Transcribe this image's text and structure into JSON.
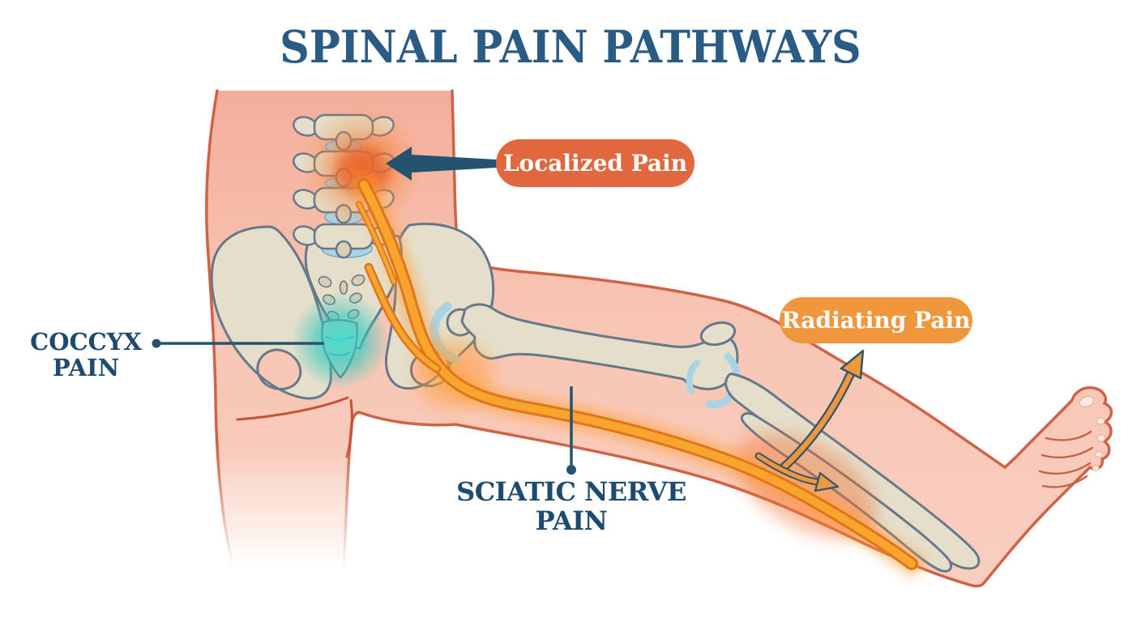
{
  "title": {
    "text": "SPINAL PAIN PATHWAYS"
  },
  "callouts": {
    "localized_pain": {
      "label": "Localized Pain"
    },
    "radiating_pain": {
      "label": "Radiating Pain"
    },
    "coccyx_pain": {
      "line1": "COCCYX",
      "line2": "PAIN"
    },
    "sciatic_nerve_pain": {
      "line1": "SCIATIC NERVE",
      "line2": "PAIN"
    }
  },
  "colors": {
    "title_text": "#2a5b84",
    "side_label_text": "#1d4a6e",
    "localized_pill": "#e0673e",
    "radiating_pill": "#f0963c",
    "pill_text": "#ffffff",
    "arrow_navy": "#24536f",
    "skin": "#f6bcab",
    "skin_outline": "#cf6347",
    "bone": "#e5decb",
    "bone_outline": "#66788a",
    "cartilage_blue": "#a8d4e8",
    "nerve_orange": "#f5a02c",
    "nerve_edge": "#e0761a",
    "localized_glow": "#f0742c",
    "coccyx_glow": "#2ad0c4"
  }
}
